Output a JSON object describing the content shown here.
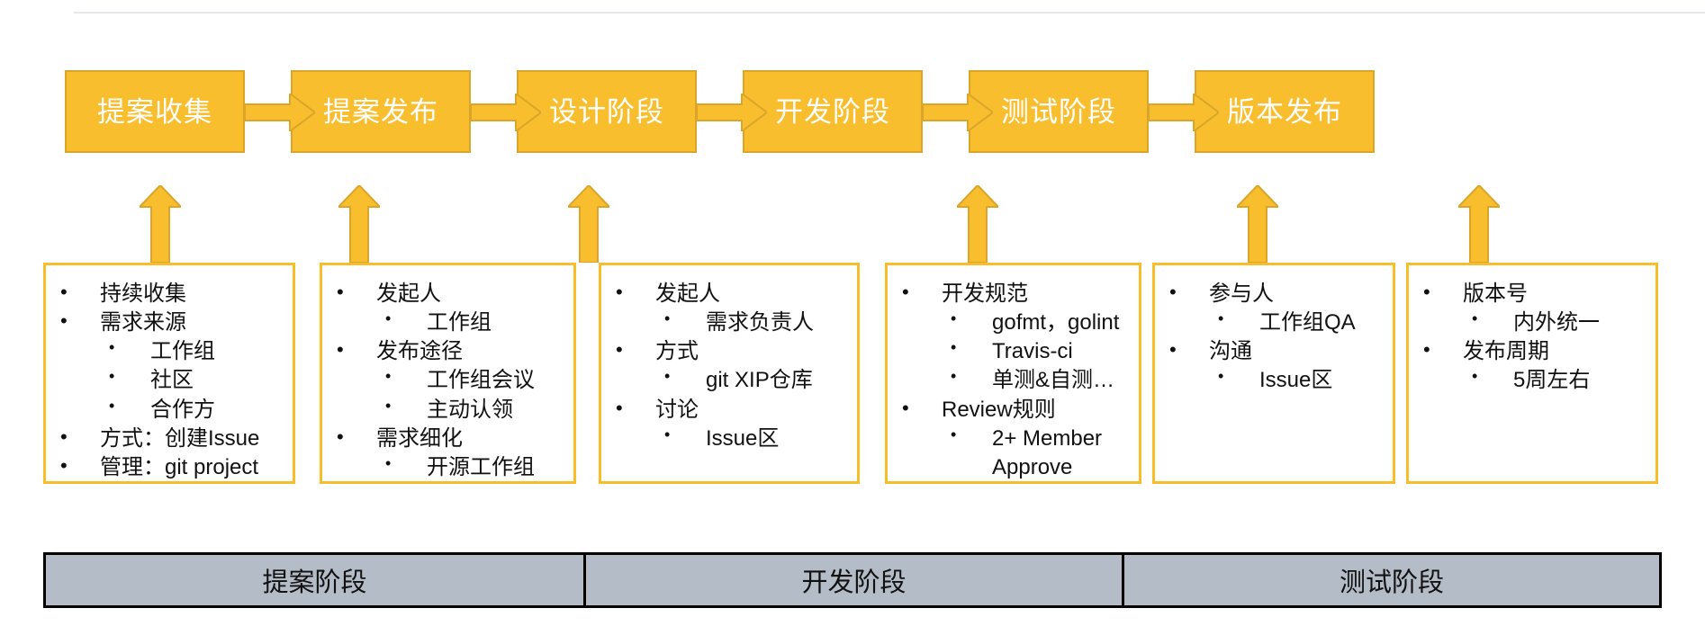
{
  "diagram": {
    "title_divider": true,
    "colors": {
      "stage_fill": "#F9BE2E",
      "stage_border": "#D9A52B",
      "arrow_fill": "#F9BE2E",
      "arrow_border": "#D9A52B",
      "detail_border": "#F7BE2C",
      "phase_fill": "#B4BCC8",
      "phase_border": "#000000",
      "text_dark": "#111111",
      "text_light": "#FFFFFF"
    },
    "stages": [
      {
        "label": "提案收集"
      },
      {
        "label": "提案发布"
      },
      {
        "label": "设计阶段"
      },
      {
        "label": "开发阶段"
      },
      {
        "label": "测试阶段"
      },
      {
        "label": "版本发布"
      }
    ],
    "details": [
      {
        "for_stage": "提案收集",
        "items": [
          {
            "level": 1,
            "text": "持续收集"
          },
          {
            "level": 1,
            "text": "需求来源"
          },
          {
            "level": 2,
            "text": "工作组"
          },
          {
            "level": 2,
            "text": "社区"
          },
          {
            "level": 2,
            "text": "合作方"
          },
          {
            "level": 1,
            "text": "方式：创建Issue"
          },
          {
            "level": 1,
            "text": "管理：git project"
          }
        ]
      },
      {
        "for_stage": "提案发布",
        "items": [
          {
            "level": 1,
            "text": "发起人"
          },
          {
            "level": 2,
            "text": "工作组"
          },
          {
            "level": 1,
            "text": "发布途径"
          },
          {
            "level": 2,
            "text": "工作组会议"
          },
          {
            "level": 2,
            "text": "主动认领"
          },
          {
            "level": 1,
            "text": "需求细化"
          },
          {
            "level": 2,
            "text": "开源工作组"
          }
        ]
      },
      {
        "for_stage": "设计阶段",
        "items": [
          {
            "level": 1,
            "text": "发起人"
          },
          {
            "level": 2,
            "text": "需求负责人"
          },
          {
            "level": 1,
            "text": "方式"
          },
          {
            "level": 2,
            "text": "git XIP仓库"
          },
          {
            "level": 1,
            "text": "讨论"
          },
          {
            "level": 2,
            "text": "Issue区"
          }
        ]
      },
      {
        "for_stage": "开发阶段",
        "items": [
          {
            "level": 1,
            "text": "开发规范"
          },
          {
            "level": 2,
            "text": "gofmt，golint"
          },
          {
            "level": 2,
            "text": "Travis-ci"
          },
          {
            "level": 2,
            "text": "单测&自测…"
          },
          {
            "level": 1,
            "text": "Review规则"
          },
          {
            "level": 2,
            "text": "2+ Member"
          },
          {
            "level": 2,
            "text": "Approve",
            "continuation": true
          }
        ]
      },
      {
        "for_stage": "测试阶段",
        "items": [
          {
            "level": 1,
            "text": "参与人"
          },
          {
            "level": 2,
            "text": "工作组QA"
          },
          {
            "level": 1,
            "text": "沟通"
          },
          {
            "level": 2,
            "text": "Issue区"
          }
        ]
      },
      {
        "for_stage": "版本发布",
        "items": [
          {
            "level": 1,
            "text": "版本号"
          },
          {
            "level": 2,
            "text": "内外统一"
          },
          {
            "level": 1,
            "text": "发布周期"
          },
          {
            "level": 2,
            "text": "5周左右"
          }
        ]
      }
    ],
    "phases": [
      {
        "label": "提案阶段"
      },
      {
        "label": "开发阶段"
      },
      {
        "label": "测试阶段"
      }
    ]
  }
}
